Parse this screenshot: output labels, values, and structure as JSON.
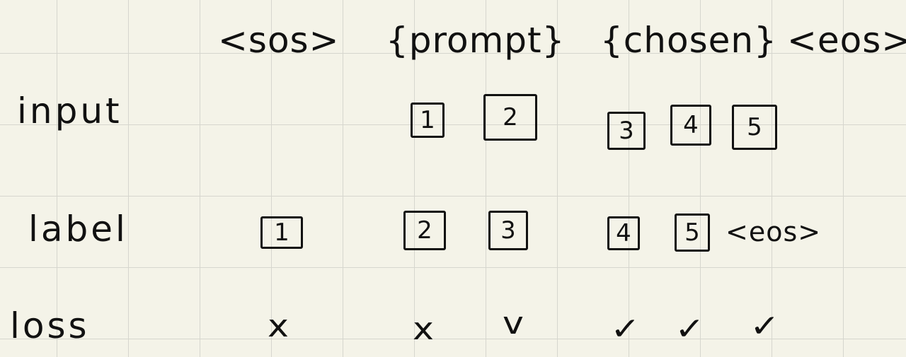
{
  "header": {
    "sos": "<sos>",
    "prompt": "{prompt}",
    "chosen": "{chosen}",
    "eos": "<eos>"
  },
  "rows": {
    "input": {
      "label": "input",
      "tokens": [
        "1",
        "2",
        "3",
        "4",
        "5"
      ]
    },
    "label": {
      "label": "label",
      "tokens": [
        "1",
        "2",
        "3",
        "4",
        "5"
      ],
      "eos": "<eos>"
    },
    "loss": {
      "label": "loss",
      "marks": [
        "x",
        "x",
        "v",
        "✓",
        "✓",
        "✓"
      ]
    }
  },
  "colors": {
    "paper": "#f4f3e8",
    "grid": "#d6d6ce",
    "ink": "#111111"
  }
}
